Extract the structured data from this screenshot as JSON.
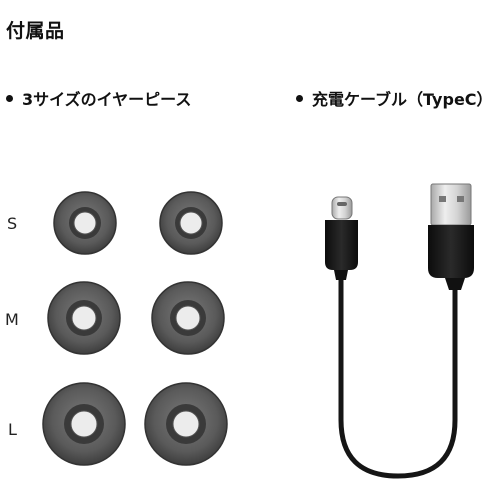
{
  "section_title": "付属品",
  "items": [
    {
      "label": "3サイズのイヤーピース"
    },
    {
      "label": "充電ケーブル（TypeC）"
    }
  ],
  "size_labels": [
    "S",
    "M",
    "L"
  ],
  "colors": {
    "text": "#111111",
    "eartip_outer": "#565656",
    "eartip_ring": "#3a3a3a",
    "eartip_inner": "#6e6e6e",
    "cable": "#151515",
    "usb_metal": "#d9d9d9"
  }
}
